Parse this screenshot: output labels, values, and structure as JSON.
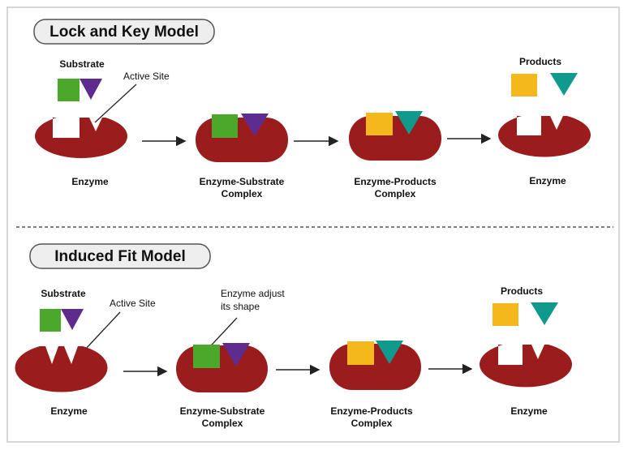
{
  "colors": {
    "enzyme": "#9b1c1c",
    "substrate_square": "#4ca82a",
    "substrate_triangle": "#5e2b8f",
    "product_square": "#f5b81c",
    "product_triangle": "#109a8e",
    "pill_fill": "#eeeeee",
    "pill_stroke": "#555555",
    "arrow": "#222222",
    "divider": "#333333"
  },
  "lock_and_key": {
    "title": "Lock and Key Model",
    "substrate_label": "Substrate",
    "active_site_label": "Active Site",
    "enzyme_label": "Enzyme",
    "es_complex_label": [
      "Enzyme-Substrate",
      "Complex"
    ],
    "ep_complex_label": [
      "Enzyme-Products",
      "Complex"
    ],
    "products_label": "Products",
    "enzyme_end_label": "Enzyme"
  },
  "induced_fit": {
    "title": "Induced Fit Model",
    "substrate_label": "Substrate",
    "active_site_label": "Active Site",
    "adjust_label": [
      "Enzyme adjust",
      "its shape"
    ],
    "enzyme_label": "Enzyme",
    "es_complex_label": [
      "Enzyme-Substrate",
      "Complex"
    ],
    "ep_complex_label": [
      "Enzyme-Products",
      "Complex"
    ],
    "products_label": "Products",
    "enzyme_end_label": "Enzyme"
  }
}
